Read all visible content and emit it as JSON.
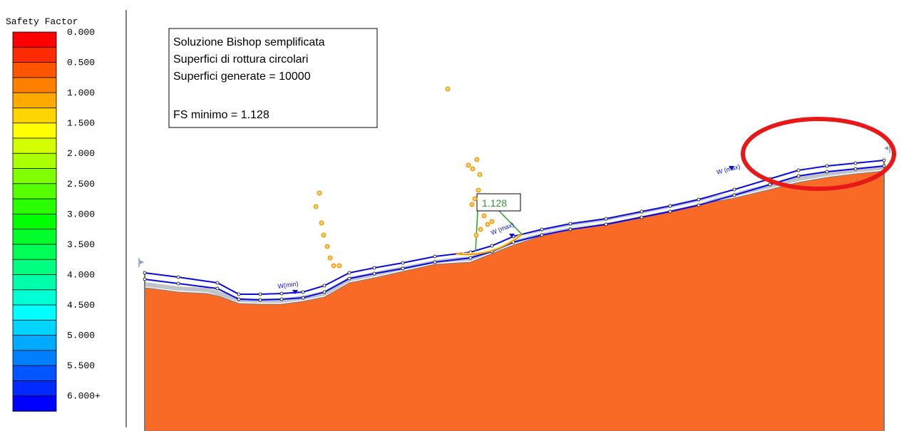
{
  "legend": {
    "title": "Safety Factor",
    "labels": [
      "0.000",
      "0.500",
      "1.000",
      "1.500",
      "2.000",
      "2.500",
      "3.000",
      "3.500",
      "4.000",
      "4.500",
      "5.000",
      "5.500",
      "6.000+"
    ],
    "colors": [
      "#ff0000",
      "#ff2a00",
      "#ff5500",
      "#ff7f00",
      "#ffaa00",
      "#ffd400",
      "#ffff00",
      "#d4ff00",
      "#aaff00",
      "#80ff00",
      "#55ff00",
      "#2aff00",
      "#00ff00",
      "#00ff2a",
      "#00ff55",
      "#00ff80",
      "#00ffaa",
      "#00ffd4",
      "#00ffff",
      "#00d4ff",
      "#00aaff",
      "#0080ff",
      "#0055ff",
      "#002aff",
      "#0000ff"
    ]
  },
  "info_box": {
    "line1": "Soluzione Bishop semplificata",
    "line2": "Superfici di rottura circolari",
    "line3": "Superfici generate = 10000",
    "line4": "FS minimo = 1.128"
  },
  "critical": {
    "label": "1.128",
    "color": "#2e9a2e"
  },
  "water_labels": [
    "W(min)",
    "W (max)",
    "W (max)"
  ],
  "colors": {
    "slope_body": "#f96a26",
    "slope_edge": "#7b7b7b",
    "layer_grey": "#c0c4c8",
    "water": "#0a0ae6",
    "search_points": "#f2a20c",
    "highlight_circle": "#e81818",
    "boundary": "#8aa0b8"
  }
}
